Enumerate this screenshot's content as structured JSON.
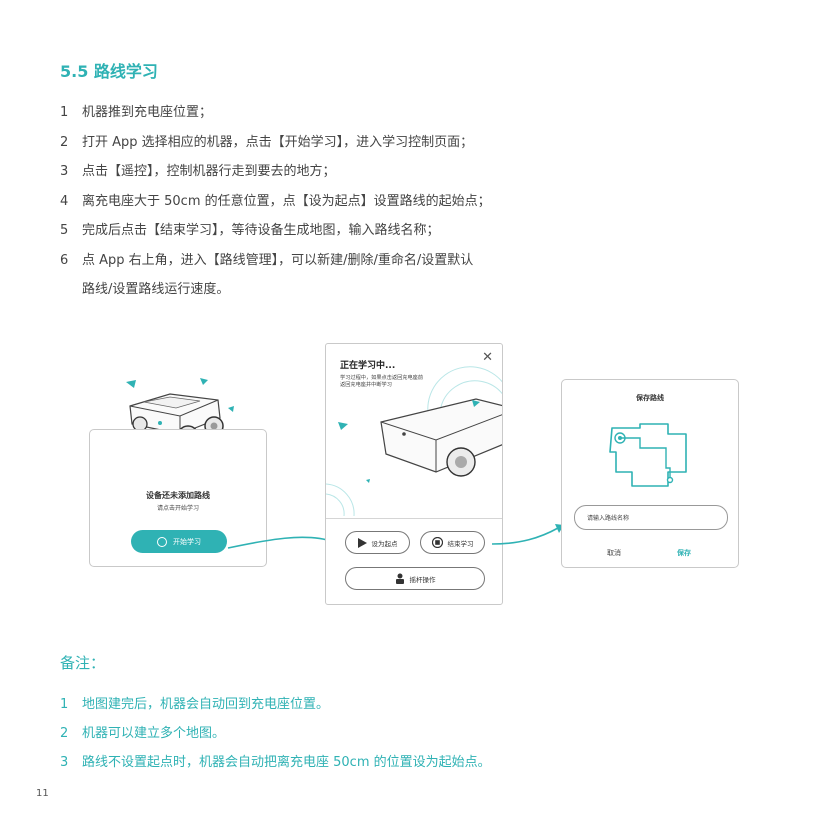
{
  "section": {
    "title": "5.5 路线学习"
  },
  "steps": [
    {
      "num": "1",
      "text": "机器推到充电座位置；"
    },
    {
      "num": "2",
      "text": "打开 App 选择相应的机器，点击【开始学习】，进入学习控制页面；"
    },
    {
      "num": "3",
      "text": "点击【遥控】，控制机器行走到要去的地方；"
    },
    {
      "num": "4",
      "text": "离充电座大于 50cm 的任意位置，点【设为起点】设置路线的起始点；"
    },
    {
      "num": "5",
      "text": "完成后点击【结束学习】，等待设备生成地图，输入路线名称；"
    },
    {
      "num": "6",
      "text": "点 App 右上角，进入【路线管理】，可以新建/删除/重命名/设置默认",
      "cont": "路线/设置路线运行速度。"
    }
  ],
  "screen1": {
    "title": "设备还未添加路线",
    "subtitle": "请点击开始学习",
    "button": "开始学习"
  },
  "screen2": {
    "title": "正在学习中...",
    "close": "✕",
    "desc_line1": "学习过程中，如果点击返回充电座前",
    "desc_line2": "返回充电座并中断学习",
    "btn_set_start": "设为起点",
    "btn_end": "结束学习",
    "btn_remote": "摇杆操作"
  },
  "screen3": {
    "title": "保存路线",
    "input_placeholder": "请输入路线名称",
    "cancel": "取消",
    "save": "保存"
  },
  "notes": {
    "title": "备注：",
    "items": [
      {
        "num": "1",
        "text": "地图建完后，机器会自动回到充电座位置。"
      },
      {
        "num": "2",
        "text": "机器可以建立多个地图。"
      },
      {
        "num": "3",
        "text": "路线不设置起点时，机器会自动把离充电座 50cm 的位置设为起始点。"
      }
    ]
  },
  "page_number": "11",
  "colors": {
    "accent": "#2fb2b4",
    "text": "#444444",
    "border": "#c9c9c9"
  }
}
